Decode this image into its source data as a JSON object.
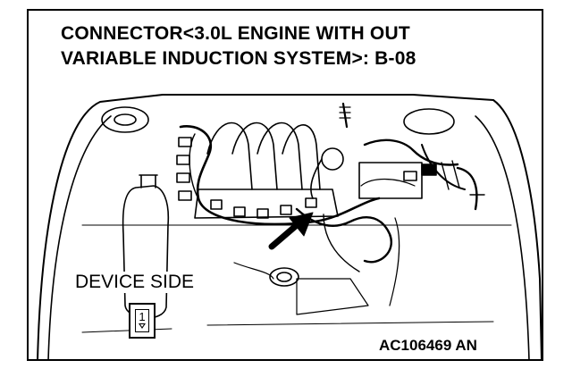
{
  "title": {
    "line1": "CONNECTOR<3.0L ENGINE WITH OUT",
    "line2": "VARIABLE INDUCTION SYSTEM>: B-08"
  },
  "legend": {
    "device_side": "DEVICE SIDE",
    "pin_number": "1"
  },
  "figure_id": "AC106469 AN",
  "icons": [
    "engine-bay-illustration",
    "pointer-arrow-icon",
    "connector-symbol-icon"
  ]
}
